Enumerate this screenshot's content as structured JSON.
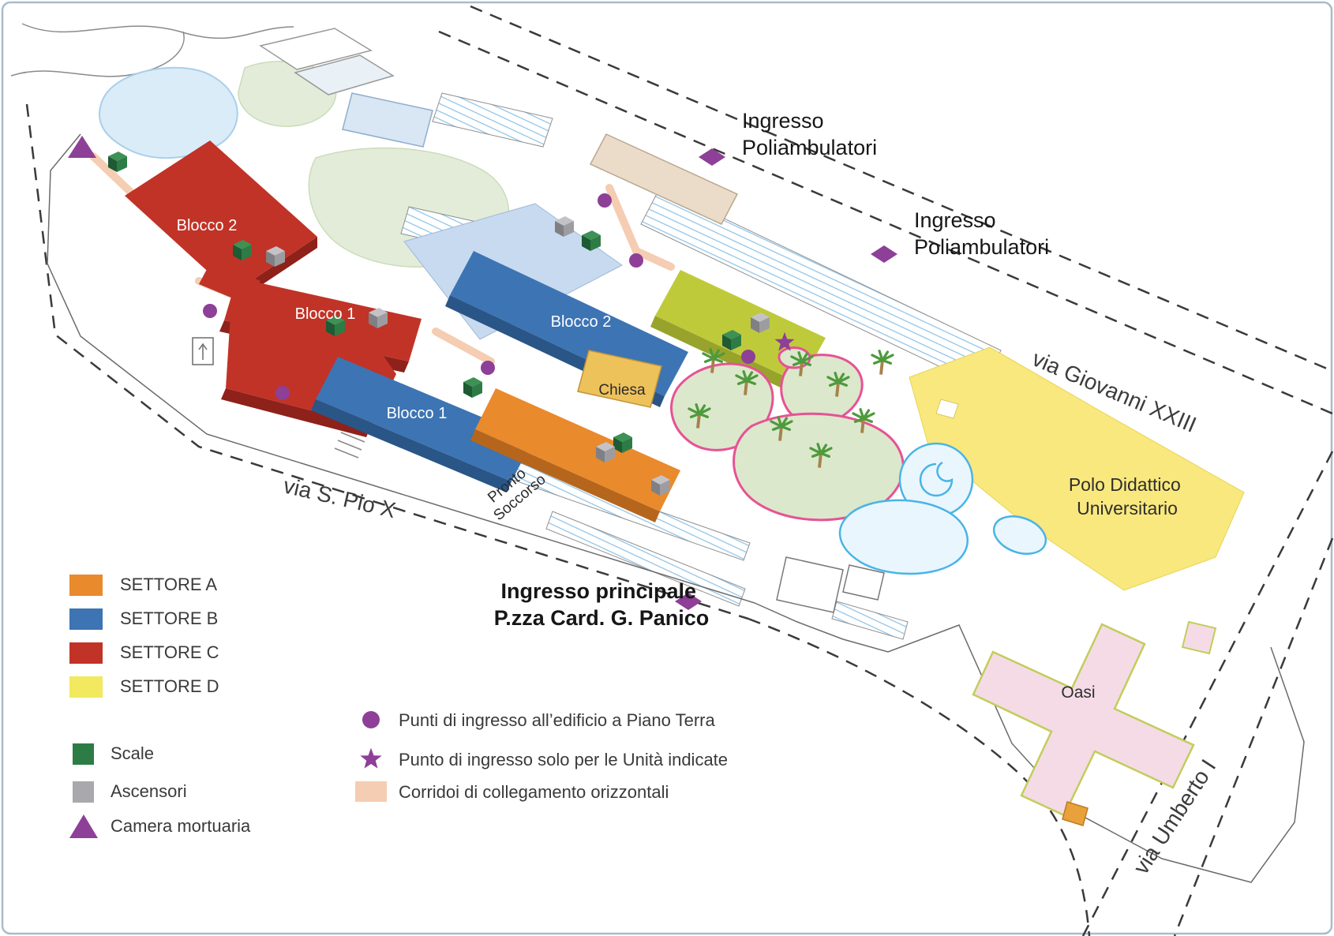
{
  "streets": {
    "giovanni": "via Giovanni XXIII",
    "pio": "via S. Pio X",
    "umberto": "via Umberto I"
  },
  "entrances": {
    "poli1_line1": "Ingresso",
    "poli1_line2": "Poliambulatori",
    "poli2_line1": "Ingresso",
    "poli2_line2": "Poliambulatori",
    "main_line1": "Ingresso principale",
    "main_line2": "P.zza Card. G. Panico"
  },
  "buildings": {
    "blocco2_red": "Blocco 2",
    "blocco1_red": "Blocco 1",
    "blocco2_blue": "Blocco 2",
    "blocco1_blue": "Blocco 1",
    "chiesa": "Chiesa",
    "pronto_line1": "Pronto",
    "pronto_line2": "Soccorso",
    "polo_line1": "Polo Didattico",
    "polo_line2": "Universitario",
    "oasi": "Oasi"
  },
  "legend": {
    "sectors": [
      {
        "label": "SETTORE A",
        "color": "#E98A2D"
      },
      {
        "label": "SETTORE B",
        "color": "#3D74B3"
      },
      {
        "label": "SETTORE C",
        "color": "#C13327"
      },
      {
        "label": "SETTORE D",
        "color": "#F2E95F"
      }
    ],
    "scale": "Scale",
    "ascensori": "Ascensori",
    "camera_mortuaria": "Camera mortuaria",
    "entry_points": "Punti di ingresso all’edificio a Piano Terra",
    "entry_star": "Punto di ingresso solo per le Unità indicate",
    "corridors": "Corridoi di collegamento orizzontali",
    "colors": {
      "scale": "#2E7C45",
      "ascensori": "#A9A9AD",
      "marker_purple": "#8E3F97",
      "corridor": "#F5CDB2"
    }
  }
}
